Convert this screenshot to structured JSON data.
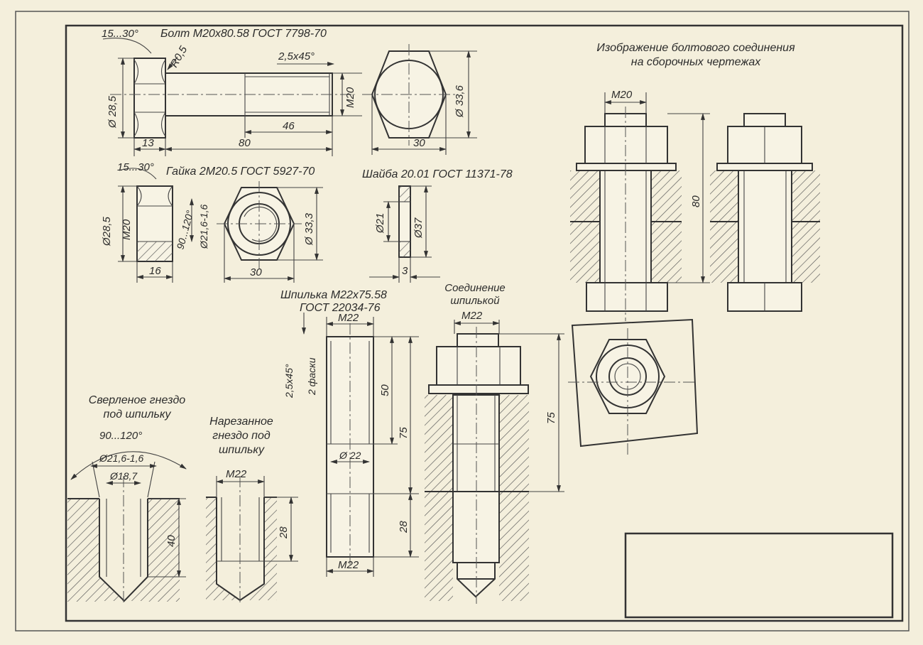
{
  "labels": {
    "bolt_title": "Болт М20х80.58 ГОСТ 7798-70",
    "bolt_angle": "15...30°",
    "bolt_radius": "R0,5",
    "bolt_chamfer": "2,5x45°",
    "bolt_d": "Ø 28,5",
    "bolt_m": "М20",
    "bolt_head": "13",
    "bolt_len": "80",
    "bolt_thread": "46",
    "bolt_hex_d": "Ø 33,6",
    "bolt_hex_w": "30",
    "nut_title": "Гайка 2М20.5 ГОСТ 5927-70",
    "nut_angle": "15...30°",
    "nut_d": "Ø28,5",
    "nut_m": "М20",
    "nut_cs_angle": "90...120°",
    "nut_cs_d": "Ø21,6-1,6",
    "nut_h": "16",
    "nut_hex_d": "Ø 33,3",
    "nut_hex_w": "30",
    "washer_title": "Шайба 20.01 ГОСТ 11371-78",
    "washer_d_in": "Ø21",
    "washer_d_out": "Ø37",
    "washer_t": "3",
    "stud_title_1": "Шпилька М22х75.58",
    "stud_title_2": "ГОСТ 22034-76",
    "stud_top_m": "М22",
    "stud_chamfer": "2,5x45°",
    "stud_chamfer_note": "2 фаски",
    "stud_d": "Ø 22",
    "stud_50": "50",
    "stud_75": "75",
    "stud_28": "28",
    "stud_bot_m": "М22",
    "studconn_title_1": "Соединение",
    "studconn_title_2": "шпилькой",
    "studconn_m": "М22",
    "studconn_75": "75",
    "drilled_title_1": "Сверленое гнездо",
    "drilled_title_2": "под шпильку",
    "drilled_angle": "90...120°",
    "drilled_d1": "Ø21,6-1,6",
    "drilled_d2": "Ø18,7",
    "drilled_40": "40",
    "threaded_title_1": "Нарезанное",
    "threaded_title_2": "гнездо под",
    "threaded_title_3": "шпильку",
    "threaded_m": "М22",
    "threaded_28": "28",
    "assembly_title_1": "Изображение болтового соединения",
    "assembly_title_2": "на сборочных чертежах",
    "assembly_m": "М20",
    "assembly_80": "80"
  },
  "title_block_text": ""
}
